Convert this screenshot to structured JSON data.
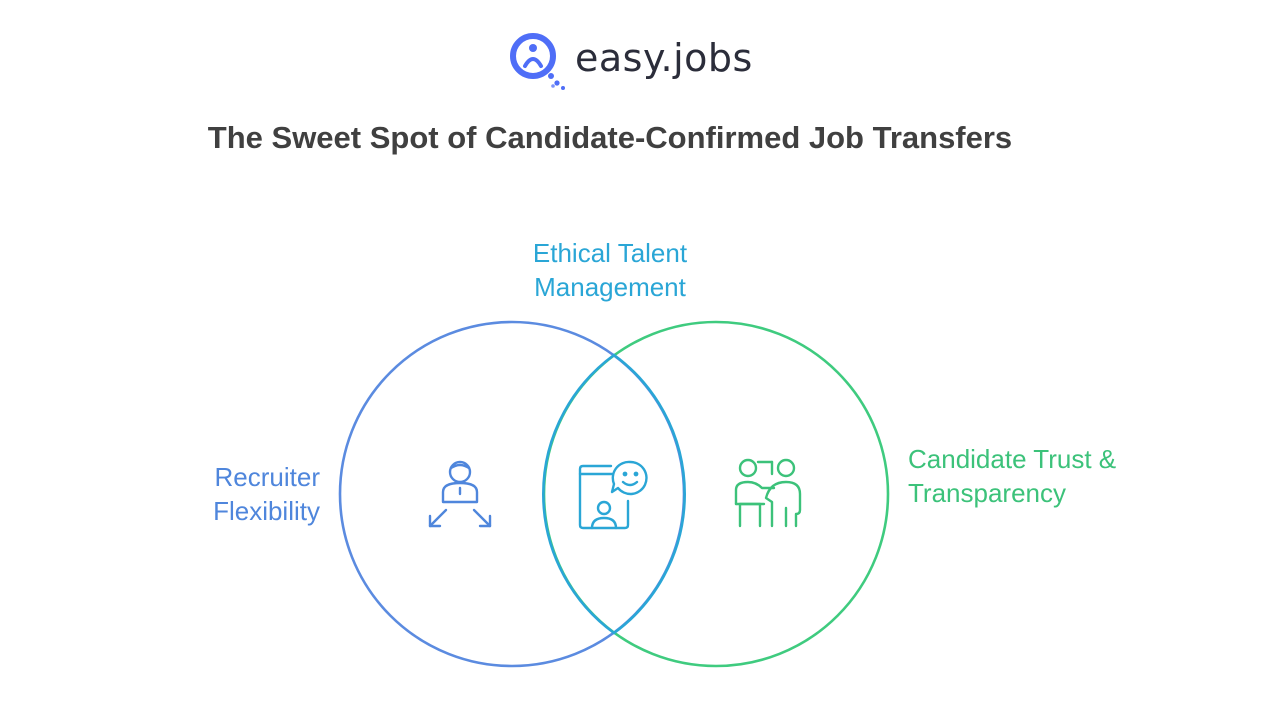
{
  "brand": {
    "name": "easy.jobs",
    "logo_icon": "magnifier-person-logo-icon",
    "colors": {
      "mark": "#4f6ef7",
      "text": "#2b2d3a"
    }
  },
  "diagram": {
    "title": "The Sweet Spot of Candidate-Confirmed Job Transfers",
    "type": "venn",
    "sets": [
      {
        "id": "recruiter",
        "label": "Recruiter Flexibility",
        "color": "#4f86dc",
        "icon": "person-arrows-icon"
      },
      {
        "id": "candidate",
        "label": "Candidate Trust & Transparency",
        "color": "#3cc27a",
        "icon": "two-people-presentation-icon"
      }
    ],
    "intersection": {
      "label": "Ethical Talent Management",
      "color": "#2aa6d6",
      "icon": "phone-chat-smile-icon"
    }
  }
}
